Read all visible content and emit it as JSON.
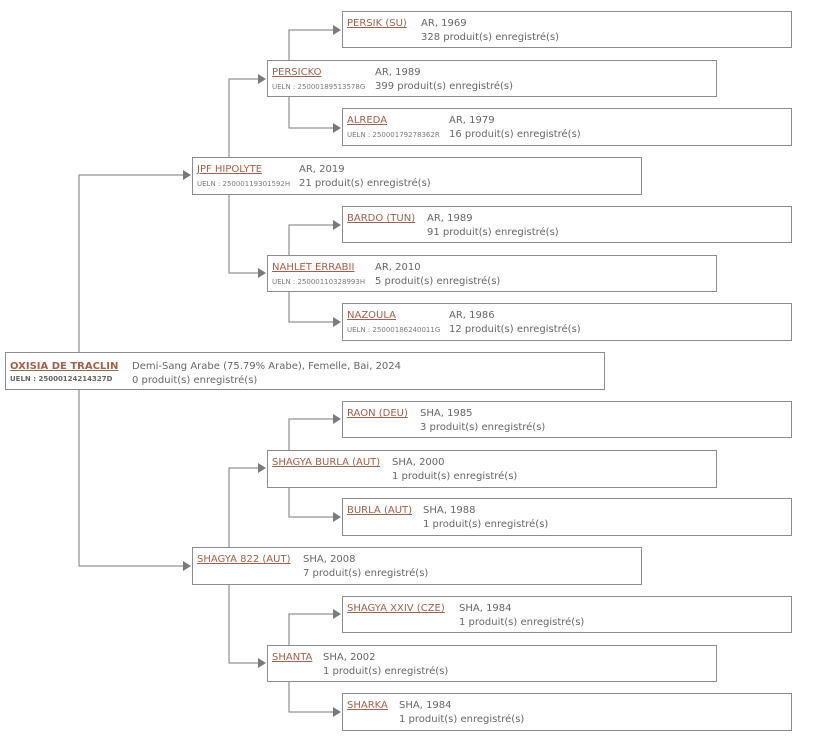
{
  "colors": {
    "link": "#a0614f",
    "text": "#666666",
    "border": "#8c8c8c",
    "connector": "#7a7a7a"
  },
  "icons": {
    "connector_arrow": "arrow-right-icon"
  },
  "root": {
    "name": "OXISIA DE TRACLIN",
    "ueln": "UELN : 25000124214327D",
    "info": "Demi-Sang Arabe (75.79% Arabe), Femelle, Bai, 2024",
    "products": "0 produit(s) enregistré(s)"
  },
  "sire": {
    "name": "JPF HIPOLYTE",
    "ueln": "UELN : 25000119301592H",
    "info": "AR, 2019",
    "products": "21 produit(s) enregistré(s)"
  },
  "sire_sire": {
    "name": "PERSICKO",
    "ueln": "UELN : 25000189513578G",
    "info": "AR, 1989",
    "products": "399 produit(s) enregistré(s)"
  },
  "sire_sire_sire": {
    "name": "PERSIK (SU)",
    "info": "AR, 1969",
    "products": "328 produit(s) enregistré(s)"
  },
  "sire_sire_dam": {
    "name": "ALREDA",
    "ueln": "UELN : 25000179278362R",
    "info": "AR, 1979",
    "products": "16 produit(s) enregistré(s)"
  },
  "sire_dam": {
    "name": "NAHLET ERRABII",
    "ueln": "UELN : 25000110328993H",
    "info": "AR, 2010",
    "products": "5 produit(s) enregistré(s)"
  },
  "sire_dam_sire": {
    "name": "BARDO (TUN)",
    "info": "AR, 1989",
    "products": "91 produit(s) enregistré(s)"
  },
  "sire_dam_dam": {
    "name": "NAZOULA",
    "ueln": "UELN : 25000186240011G",
    "info": "AR, 1986",
    "products": "12 produit(s) enregistré(s)"
  },
  "dam": {
    "name": "SHAGYA 822 (AUT)",
    "info": "SHA, 2008",
    "products": "7 produit(s) enregistré(s)"
  },
  "dam_sire": {
    "name": "SHAGYA BURLA (AUT)",
    "info": "SHA, 2000",
    "products": "1 produit(s) enregistré(s)"
  },
  "dam_sire_sire": {
    "name": "RAON (DEU)",
    "info": "SHA, 1985",
    "products": "3 produit(s) enregistré(s)"
  },
  "dam_sire_dam": {
    "name": "BURLA (AUT)",
    "info": "SHA, 1988",
    "products": "1 produit(s) enregistré(s)"
  },
  "dam_dam": {
    "name": "SHANTA",
    "info": "SHA, 2002",
    "products": "1 produit(s) enregistré(s)"
  },
  "dam_dam_sire": {
    "name": "SHAGYA XXIV (CZE)",
    "info": "SHA, 1984",
    "products": "1 produit(s) enregistré(s)"
  },
  "dam_dam_dam": {
    "name": "SHARKA",
    "info": "SHA, 1984",
    "products": "1 produit(s) enregistré(s)"
  }
}
